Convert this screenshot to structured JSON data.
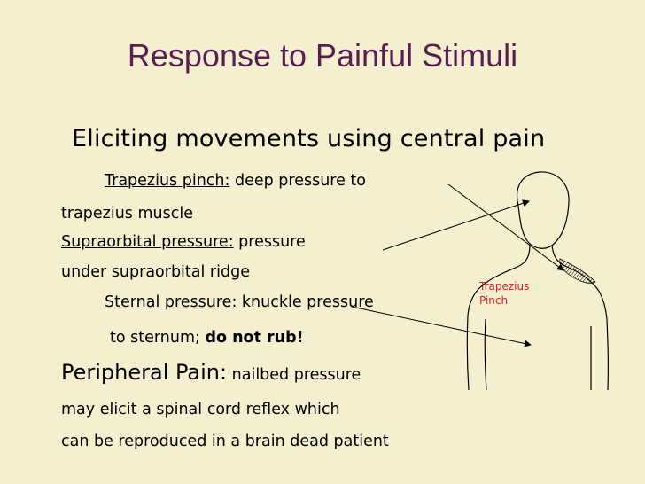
{
  "slide": {
    "title": "Response to Painful Stimuli",
    "subtitle": "Eliciting movements using central pain",
    "trapezius": {
      "term": "Trapezius pinch:",
      "text1": " deep pressure to",
      "text2": "trapezius muscle"
    },
    "supraorbital": {
      "term": "Supraorbital pressure:",
      "text1": " pressure",
      "text2": "under supraorbital ridge"
    },
    "sternal": {
      "term_first": "S",
      "term_rest": "ternal pressure:",
      "text1": " knuckle pressure",
      "text2": "to sternum; ",
      "warning": "do not rub!"
    },
    "peripheral": {
      "term": "Peripheral Pain",
      "colon": ":",
      "text1": " nailbed pressure",
      "text2": "may elicit a spinal cord reflex which",
      "text3": "can be reproduced in a brain dead patient"
    },
    "figure": {
      "label_line1": "Trapezius",
      "label_line2": "Pinch"
    }
  },
  "colors": {
    "background": "#f4efce",
    "title": "#5a1f52",
    "label": "#e02020"
  }
}
